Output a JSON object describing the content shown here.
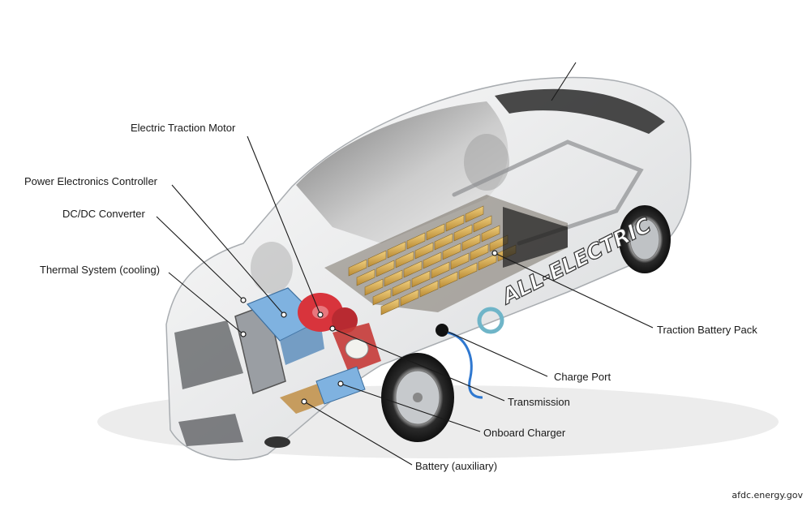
{
  "components": [
    {
      "id": "electric-traction-motor",
      "label": "Electric Traction Motor"
    },
    {
      "id": "power-electronics-controller",
      "label": "Power Electronics Controller"
    },
    {
      "id": "dc-dc-converter",
      "label": "DC/DC Converter"
    },
    {
      "id": "thermal-system",
      "label": "Thermal System (cooling)"
    },
    {
      "id": "traction-battery-pack",
      "label": "Traction Battery Pack"
    },
    {
      "id": "charge-port",
      "label": "Charge Port"
    },
    {
      "id": "transmission",
      "label": "Transmission"
    },
    {
      "id": "onboard-charger",
      "label": "Onboard Charger"
    },
    {
      "id": "battery-auxiliary",
      "label": "Battery (auxiliary)"
    }
  ],
  "car_lettering": "ALL-ELECTRIC",
  "credit": "afdc.energy.gov",
  "colors": {
    "motor": "#d8343c",
    "battery_cells": "#d9ad52",
    "converter": "#7fb2e0",
    "charge_cable": "#2f78d0",
    "leader_lines": "#1a1a1a"
  }
}
